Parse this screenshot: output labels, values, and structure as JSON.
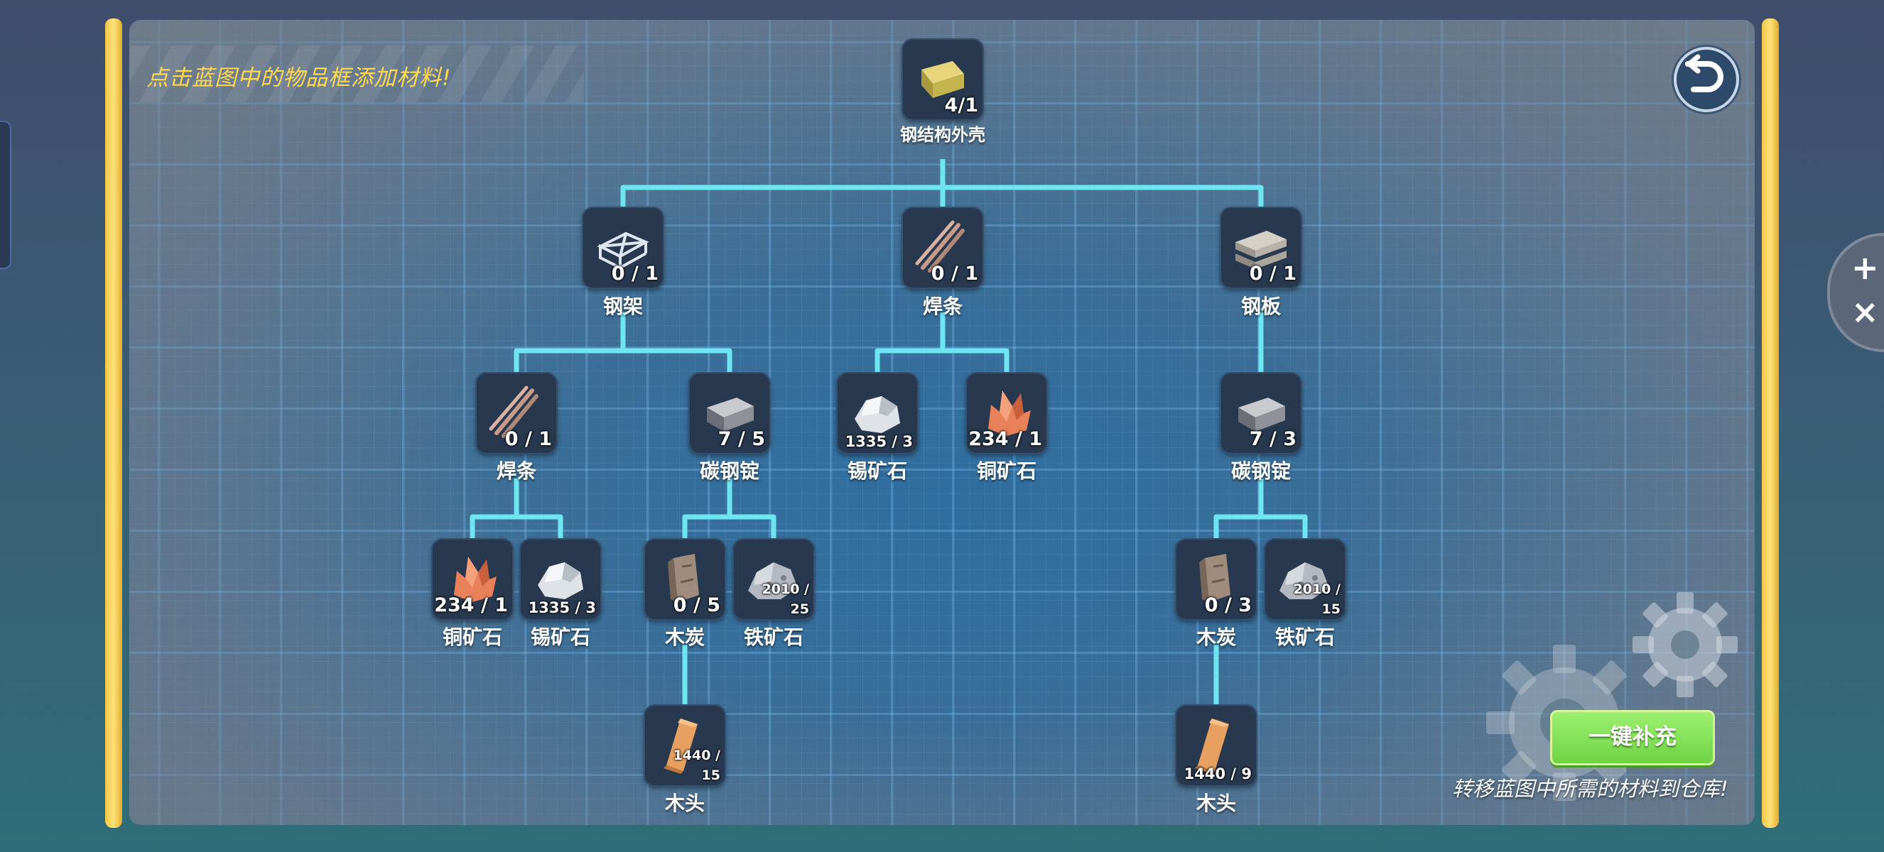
{
  "hint": "点击蓝图中的物品框添加材料!",
  "refill": {
    "button_label": "一键补充",
    "note": "转移蓝图中所需的材料到仓库!"
  },
  "zoom": {
    "plus": "+",
    "close": "×"
  },
  "colors": {
    "line": "#6ee6f2",
    "accent": "#ffd84d",
    "button": "#7ad94d",
    "frame": "#f2c545"
  },
  "tree": {
    "root": {
      "name": "钢结构外壳",
      "count": "4/1",
      "icon": "steel-shell-icon"
    },
    "steel_frame": {
      "name": "钢架",
      "count": "0 / 1",
      "icon": "steel-frame-icon"
    },
    "weld_rod_top": {
      "name": "焊条",
      "count": "0 / 1",
      "icon": "weld-rod-icon"
    },
    "steel_plate": {
      "name": "钢板",
      "count": "0 / 1",
      "icon": "steel-plate-icon"
    },
    "weld_rod_left": {
      "name": "焊条",
      "count": "0 / 1",
      "icon": "weld-rod-icon"
    },
    "carbon_ingot_left": {
      "name": "碳钢锭",
      "count": "7 / 5",
      "icon": "steel-ingot-icon"
    },
    "tin_ore_mid": {
      "name": "锡矿石",
      "count": "1335 / 3",
      "icon": "tin-ore-icon"
    },
    "copper_ore_mid": {
      "name": "铜矿石",
      "count": "234 / 1",
      "icon": "copper-ore-icon"
    },
    "carbon_ingot_right": {
      "name": "碳钢锭",
      "count": "7 / 3",
      "icon": "steel-ingot-icon"
    },
    "copper_ore_low": {
      "name": "铜矿石",
      "count": "234 / 1",
      "icon": "copper-ore-icon"
    },
    "tin_ore_low": {
      "name": "锡矿石",
      "count": "1335 / 3",
      "icon": "tin-ore-icon"
    },
    "charcoal_left": {
      "name": "木炭",
      "count": "0 / 5",
      "icon": "charcoal-icon"
    },
    "iron_ore_left": {
      "name": "铁矿石",
      "count_a": "2010 /",
      "count_b": "25",
      "icon": "iron-ore-icon"
    },
    "charcoal_right": {
      "name": "木炭",
      "count": "0 / 3",
      "icon": "charcoal-icon"
    },
    "iron_ore_right": {
      "name": "铁矿石",
      "count_a": "2010 /",
      "count_b": "15",
      "icon": "iron-ore-icon"
    },
    "wood_left": {
      "name": "木头",
      "count_a": "1440 /",
      "count_b": "15",
      "icon": "wood-icon"
    },
    "wood_right": {
      "name": "木头",
      "count": "1440 / 9",
      "icon": "wood-icon"
    }
  }
}
